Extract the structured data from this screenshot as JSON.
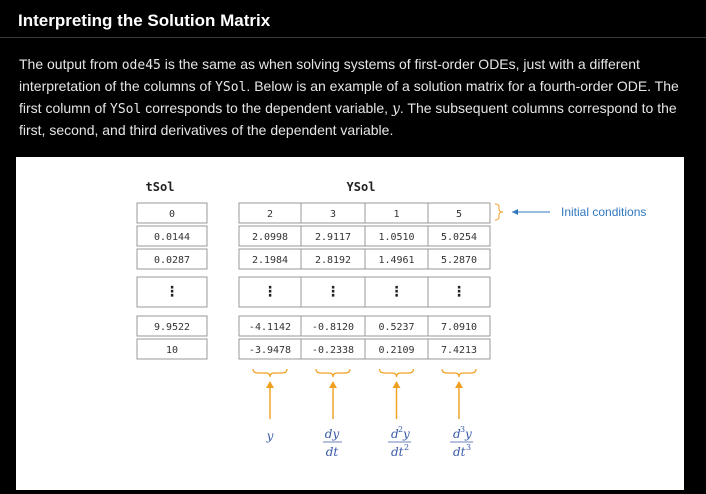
{
  "title": "Interpreting the Solution Matrix",
  "paragraph": {
    "p1": "The output from ",
    "code1": "ode45",
    "p2": " is the same as when solving systems of first-order ODEs, just with a different interpretation of the columns of ",
    "code2": "YSol",
    "p3": ". Below is an example of a solution matrix for a fourth-order ODE. The first column of ",
    "code3": "YSol",
    "p4": " corresponds to the dependent variable, ",
    "var": "y",
    "p5": ". The subsequent columns correspond to the first, second, and third derivatives of the dependent variable."
  },
  "figure": {
    "tsol_header": "tSol",
    "ysol_header": "YSol",
    "tsol": [
      "0",
      "0.0144",
      "0.0287",
      "⋮",
      "9.9522",
      "10"
    ],
    "ysol": [
      [
        "2",
        "3",
        "1",
        "5"
      ],
      [
        "2.0998",
        "2.9117",
        "1.0510",
        "5.0254"
      ],
      [
        "2.1984",
        "2.8192",
        "1.4961",
        "5.2870"
      ],
      [
        "⋮",
        "⋮",
        "⋮",
        "⋮"
      ],
      [
        "-4.1142",
        "-0.8120",
        "0.5237",
        "7.0910"
      ],
      [
        "-3.9478",
        "-0.2338",
        "0.2109",
        "7.4213"
      ]
    ],
    "initial_conditions": "Initial conditions",
    "labels": {
      "y": "y",
      "d": "d",
      "dy": "dy",
      "dt": "dt",
      "two": "2",
      "three": "3"
    },
    "colors": {
      "arrow": "#f0a020",
      "annotation": "#2f78c0",
      "math": "#3a5aa8"
    }
  }
}
